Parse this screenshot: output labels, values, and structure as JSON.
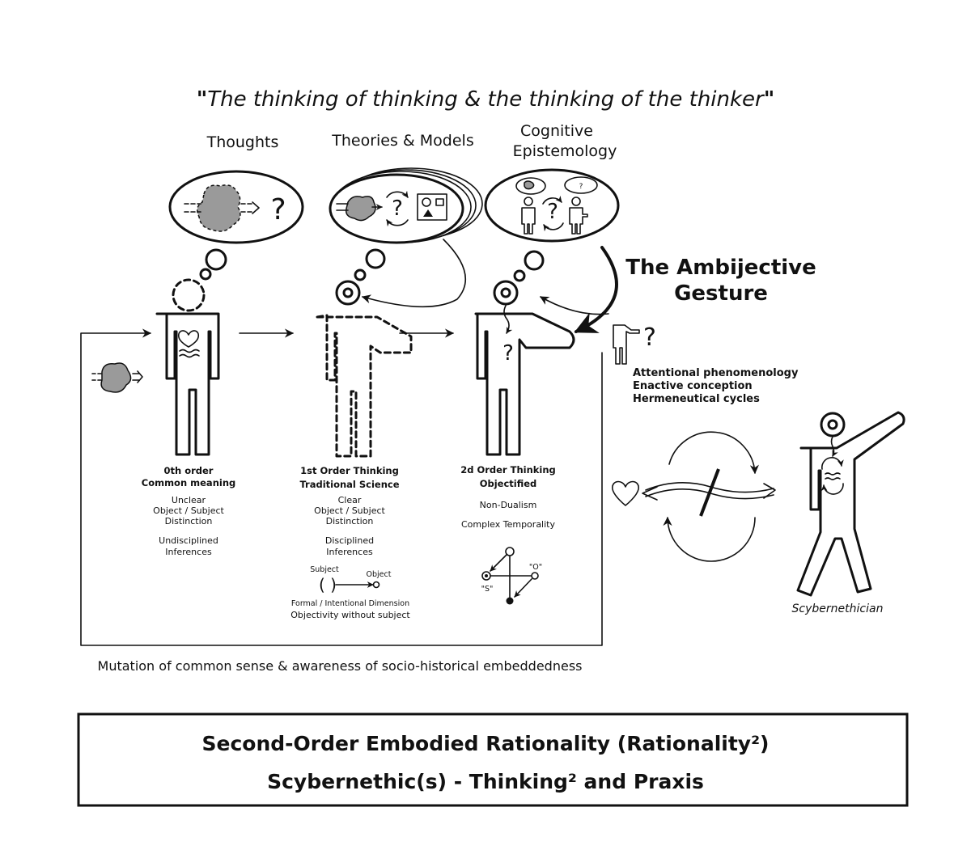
{
  "quote": {
    "open": "\"",
    "text": "The thinking of thinking & the thinking of the thinker",
    "close": "\""
  },
  "bubbles": {
    "thoughts": "Thoughts",
    "theories": "Theories & Models",
    "cognitive_1": "Cognitive",
    "cognitive_2": "Epistemology"
  },
  "gesture": {
    "line1": "The Ambijective",
    "line2": "Gesture"
  },
  "stages": [
    {
      "title1": "0th order",
      "title2": "Common meaning",
      "lines": [
        "Unclear",
        "Object / Subject",
        "Distinction",
        "",
        "Undisciplined",
        "Inferences"
      ]
    },
    {
      "title1": "1st Order Thinking",
      "title2": "Traditional Science",
      "lines": [
        "Clear",
        "Object / Subject",
        "Distinction",
        "",
        "Disciplined",
        "Inferences"
      ]
    },
    {
      "title1": "2d Order Thinking",
      "title2": "Objectified",
      "lines": [
        "Non-Dualism",
        "",
        "Complex Temporality"
      ]
    }
  ],
  "first_order_diagram": {
    "subject": "Subject",
    "object": "Object",
    "caption1": "Formal / Intentional Dimension",
    "caption2": "Objectivity without subject"
  },
  "second_order_diagram": {
    "o_label": "\"O\"",
    "s_label": "\"S\""
  },
  "side_list": [
    "Attentional phenomenology",
    "Enactive conception",
    "Hermeneutical cycles"
  ],
  "question_mark": "?",
  "scybernethician": "Scybernethician",
  "footer_note": "Mutation of common sense & awareness of socio-historical embeddedness",
  "conclusion": {
    "line1": "Second-Order Embodied Rationality (Rationality²)",
    "line2": "Scybernethic(s) - Thinking² and Praxis"
  }
}
